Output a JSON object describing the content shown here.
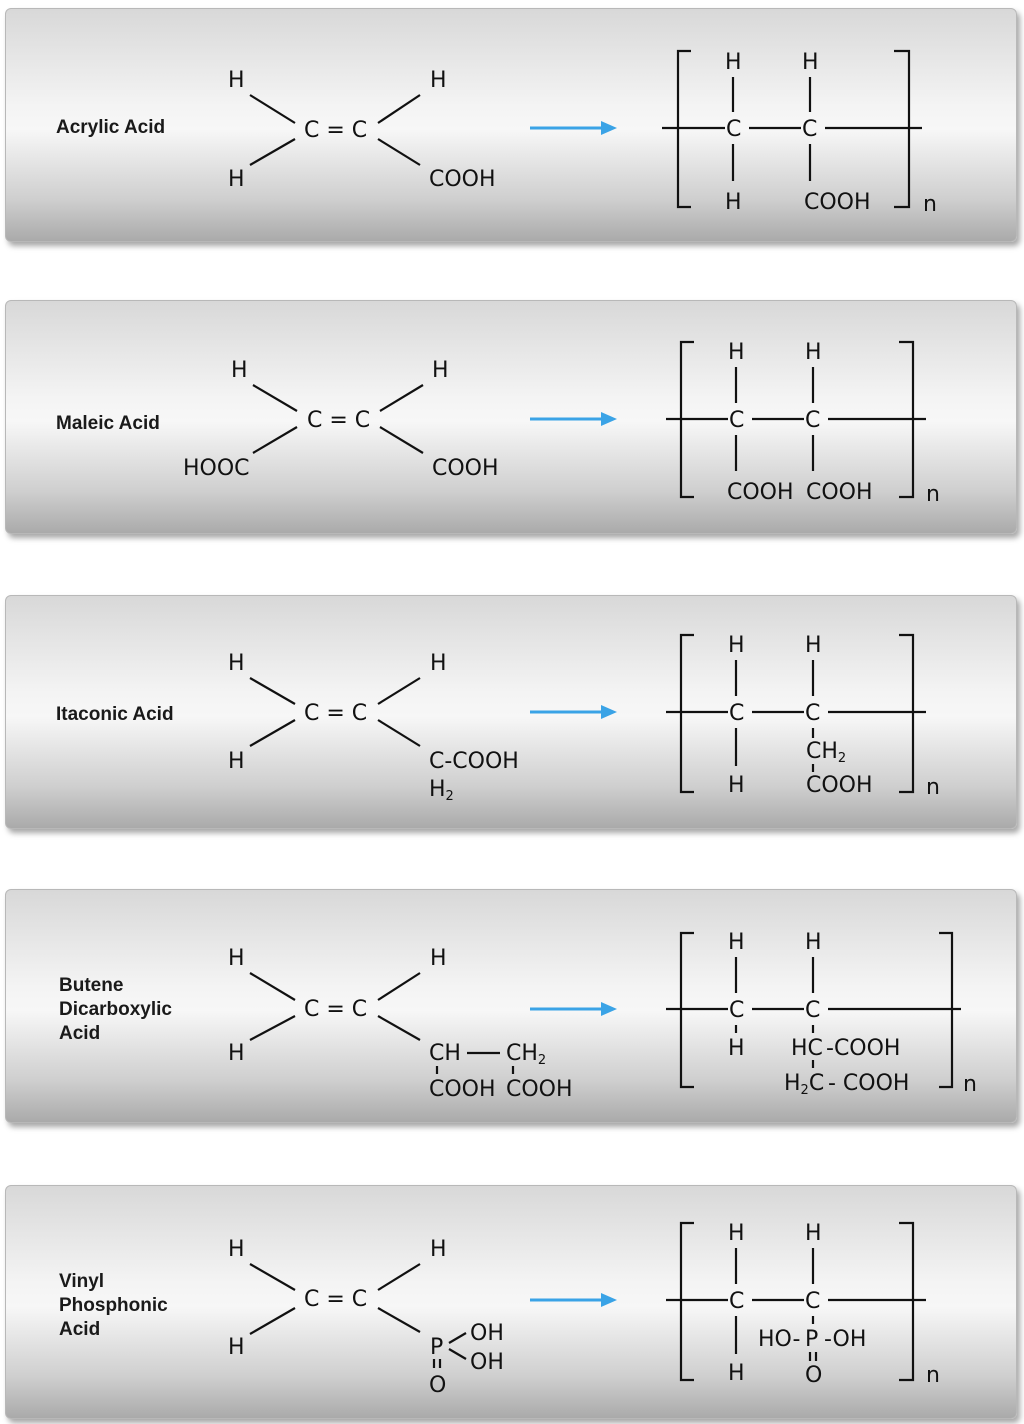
{
  "panels": [
    {
      "name": "Acrylic Acid",
      "label_lines": [
        "Acrylic Acid"
      ],
      "monomer": {
        "left_top": "H",
        "left_bottom": "H",
        "double_bond": "C = C",
        "right_top": "H",
        "right_bottom": "COOH"
      },
      "polymer": {
        "c1": "C",
        "c2": "C",
        "c1_top": "H",
        "c2_top": "H",
        "c1_bottom": "H",
        "c2_bottom": "COOH",
        "repeat": "n"
      }
    },
    {
      "name": "Maleic Acid",
      "label_lines": [
        "Maleic Acid"
      ],
      "monomer": {
        "left_top": "H",
        "left_bottom": "HOOC",
        "double_bond": "C = C",
        "right_top": "H",
        "right_bottom": "COOH"
      },
      "polymer": {
        "c1": "C",
        "c2": "C",
        "c1_top": "H",
        "c2_top": "H",
        "c1_bottom": "COOH",
        "c2_bottom": "COOH",
        "repeat": "n"
      }
    },
    {
      "name": "Itaconic Acid",
      "label_lines": [
        "Itaconic Acid"
      ],
      "monomer": {
        "left_top": "H",
        "left_bottom": "H",
        "double_bond": "C = C",
        "right_top": "H",
        "right_bottom": "C-COOH",
        "right_bottom2": "H",
        "right_bottom2_sub": "2"
      },
      "polymer": {
        "c1": "C",
        "c2": "C",
        "c1_top": "H",
        "c2_top": "H",
        "c1_bottom": "H",
        "c2_mid": "CH",
        "c2_mid_sub": "2",
        "c2_bottom": "COOH",
        "repeat": "n"
      }
    },
    {
      "name": "Butene Dicarboxylic Acid",
      "label_lines": [
        "Butene",
        "Dicarboxylic",
        "Acid"
      ],
      "monomer": {
        "left_top": "H",
        "left_bottom": "H",
        "double_bond": "C = C",
        "right_top": "H",
        "ch": "CH",
        "ch2": "CH",
        "ch2_sub": "2",
        "cooh_a": "COOH",
        "cooh_b": "COOH"
      },
      "polymer": {
        "c1": "C",
        "c2": "C",
        "c1_top": "H",
        "c2_top": "H",
        "c1_bottom": "H",
        "hc": "HC",
        "hc_cooh": "-COOH",
        "h2c_pre": "H",
        "h2c_sub": "2",
        "h2c_post": "C",
        "h2c_cooh": "- COOH",
        "repeat": "n"
      }
    },
    {
      "name": "Vinyl Phosphonic Acid",
      "label_lines": [
        "Vinyl",
        "Phosphonic",
        "Acid"
      ],
      "monomer": {
        "left_top": "H",
        "left_bottom": "H",
        "double_bond": "C = C",
        "right_top": "H",
        "p": "P",
        "oh1": "OH",
        "oh2": "OH",
        "o": "O"
      },
      "polymer": {
        "c1": "C",
        "c2": "C",
        "c1_top": "H",
        "c2_top": "H",
        "c1_bottom": "H",
        "ho": "HO-",
        "p": "P",
        "oh": "-OH",
        "o": "O",
        "repeat": "n"
      }
    }
  ]
}
